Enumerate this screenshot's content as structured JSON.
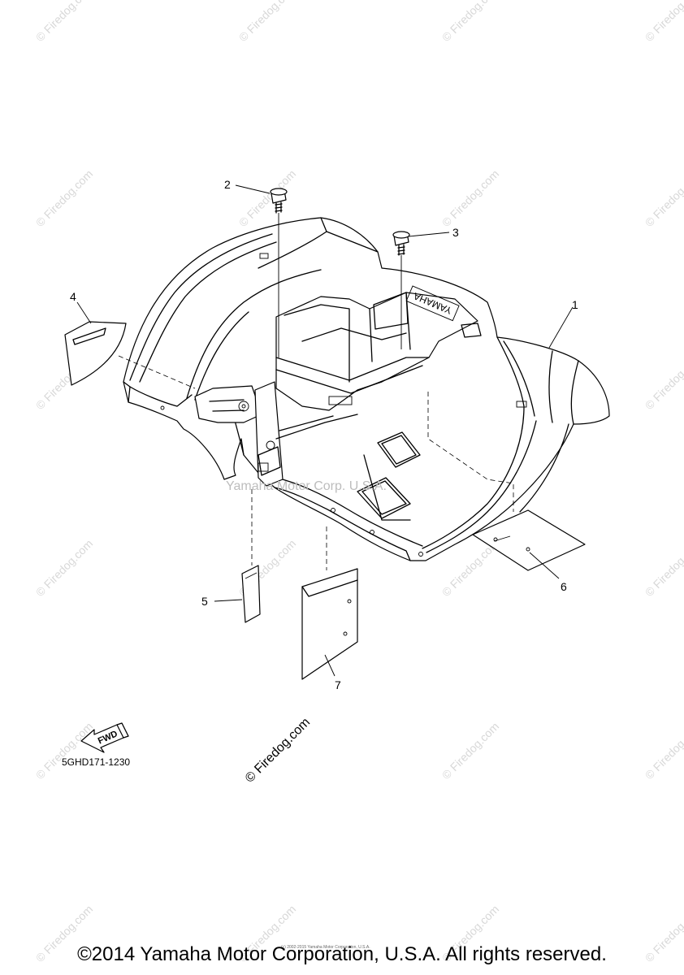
{
  "callouts": [
    "1",
    "2",
    "3",
    "4",
    "5",
    "6",
    "7"
  ],
  "emblem_text": "YAMAHA",
  "fwd_label": "FWD",
  "diagram_code": "5GHD171-1230",
  "watermark_text": "© Firedog.com",
  "corp_watermark": "Yamaha Motor Corp. U.S.A.",
  "fine_print": "(c) 2002-2015 Yamaha Motor Corporation, U.S.A.",
  "copyright": "©2014 Yamaha Motor Corporation, U.S.A. All rights reserved."
}
